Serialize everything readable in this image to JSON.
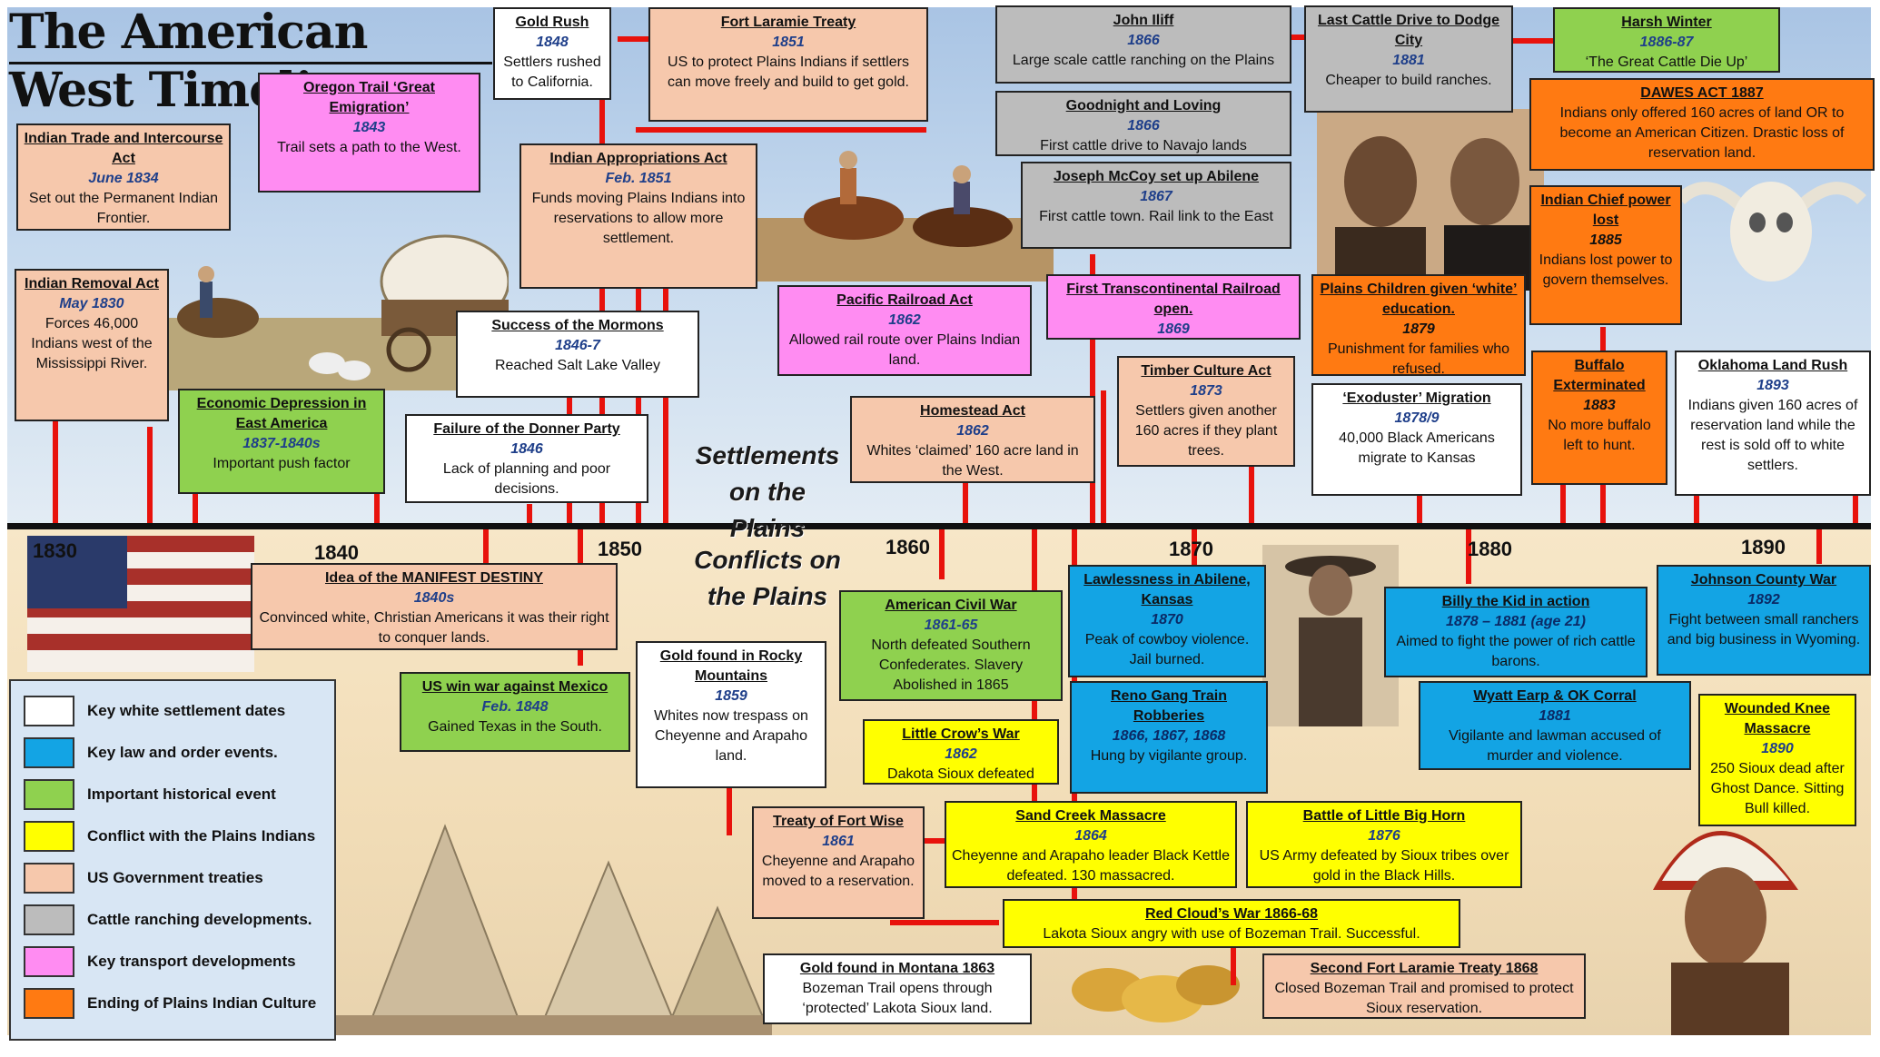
{
  "title": "The American West Timeline",
  "section_labels": {
    "settlements": "Settlements on the Plains",
    "conflicts": "Conflicts on the Plains"
  },
  "years": [
    "1830",
    "1840",
    "1850",
    "1860",
    "1870",
    "1880",
    "1890"
  ],
  "legend": [
    {
      "label": "Key white settlement dates",
      "color": "#ffffff"
    },
    {
      "label": "Key law and order events.",
      "color": "#13a4e4"
    },
    {
      "label": "Important historical event",
      "color": "#8fd14f"
    },
    {
      "label": "Conflict with the Plains Indians",
      "color": "#ffff00"
    },
    {
      "label": "US Government treaties",
      "color": "#f6c8ac"
    },
    {
      "label": "Cattle ranching developments.",
      "color": "#bcbcbc"
    },
    {
      "label": "Key transport developments",
      "color": "#ff8cf2"
    },
    {
      "label": "Ending of Plains Indian Culture",
      "color": "#ff7a12"
    }
  ],
  "events": {
    "indian_trade": {
      "title": "Indian Trade and Intercourse Act",
      "date": "June 1834",
      "text": "Set out the Permanent Indian Frontier."
    },
    "oregon_trail": {
      "title": "Oregon Trail ‘Great Emigration’",
      "date": "1843",
      "text": "Trail sets a path to the West."
    },
    "gold_rush": {
      "title": "Gold Rush",
      "date": "1848",
      "text": "Settlers rushed to California."
    },
    "fort_laramie": {
      "title": "Fort Laramie Treaty",
      "date": "1851",
      "text": "US to protect Plains Indians if settlers can move freely and build to get gold."
    },
    "john_iliff": {
      "title": "John Iliff",
      "date": "1866",
      "text": "Large scale cattle ranching on the Plains"
    },
    "last_cattle_drive": {
      "title": "Last Cattle Drive to Dodge City",
      "date": "1881",
      "text": "Cheaper to build ranches."
    },
    "harsh_winter": {
      "title": "Harsh Winter",
      "date": "1886-87",
      "text": "‘The Great Cattle Die Up’"
    },
    "dawes_act": {
      "title": "DAWES ACT 1887",
      "date": "",
      "text": "Indians only offered 160 acres of land OR to become an American Citizen. Drastic loss of reservation land."
    },
    "goodnight_loving": {
      "title": "Goodnight and Loving",
      "date": "1866",
      "text": "First cattle drive to Navajo lands"
    },
    "indian_appropriations": {
      "title": "Indian Appropriations Act",
      "date": "Feb. 1851",
      "text": "Funds moving Plains Indians into reservations to allow more settlement."
    },
    "mccoy_abilene": {
      "title": "Joseph McCoy set up Abilene",
      "date": "1867",
      "text": "First cattle town. Rail link to the East"
    },
    "indian_chief_power": {
      "title": "Indian Chief power lost",
      "date": "1885",
      "text": "Indians lost power to govern themselves."
    },
    "indian_removal": {
      "title": "Indian Removal Act",
      "date": "May 1830",
      "text": "Forces 46,000 Indians west of the Mississippi River."
    },
    "pacific_railroad": {
      "title": "Pacific Railroad Act",
      "date": "1862",
      "text": "Allowed rail route over Plains Indian land."
    },
    "first_transcontinental": {
      "title": "First Transcontinental Railroad open.",
      "date": "1869",
      "text": ""
    },
    "plains_children": {
      "title": "Plains Children given ‘white’ education.",
      "date": "1879",
      "text": "Punishment for families who refused."
    },
    "mormons": {
      "title": "Success of the Mormons",
      "date": "1846-7",
      "text": "Reached Salt Lake Valley"
    },
    "timber_culture": {
      "title": "Timber Culture Act",
      "date": "1873",
      "text": "Settlers given another 160 acres if they plant trees."
    },
    "buffalo": {
      "title": "Buffalo Exterminated",
      "date": "1883",
      "text": "No more buffalo left to hunt."
    },
    "oklahoma": {
      "title": "Oklahoma Land Rush",
      "date": "1893",
      "text": "Indians given 160 acres of reservation land while the rest is sold off to white settlers."
    },
    "economic_depression": {
      "title": "Economic Depression in East America",
      "date": "1837-1840s",
      "text": "Important push factor"
    },
    "homestead": {
      "title": "Homestead Act",
      "date": "1862",
      "text": "Whites ‘claimed’ 160 acre land in the West."
    },
    "donner": {
      "title": "Failure of the Donner Party",
      "date": "1846",
      "text": "Lack of planning and poor decisions."
    },
    "exoduster": {
      "title": "‘Exoduster’ Migration",
      "date": "1878/9",
      "text": "40,000 Black Americans migrate to Kansas"
    },
    "manifest_destiny": {
      "title": "Idea of the MANIFEST DESTINY",
      "date": "1840s",
      "text": "Convinced white, Christian Americans it was their right to conquer lands."
    },
    "lawlessness": {
      "title": "Lawlessness in Abilene, Kansas",
      "date": "1870",
      "text": "Peak of cowboy violence. Jail burned."
    },
    "billy_kid": {
      "title": "Billy the Kid in action",
      "date": "1878 – 1881 (age 21)",
      "text": "Aimed to fight the power of rich cattle barons."
    },
    "johnson_county": {
      "title": "Johnson County War",
      "date": "1892",
      "text": "Fight between small ranchers and big business in Wyoming."
    },
    "civil_war": {
      "title": "American Civil War",
      "date": "1861-65",
      "text": "North defeated Southern Confederates. Slavery Abolished in 1865"
    },
    "gold_rocky": {
      "title": "Gold found in Rocky Mountains",
      "date": "1859",
      "text": "Whites now trespass on Cheyenne and Arapaho land."
    },
    "mexico_war": {
      "title": "US win war against Mexico",
      "date": "Feb. 1848",
      "text": "Gained Texas in the South."
    },
    "reno_gang": {
      "title": "Reno Gang Train Robberies",
      "date": "1866, 1867, 1868",
      "text": "Hung by vigilante group."
    },
    "wyatt_earp": {
      "title": "Wyatt Earp & OK Corral",
      "date": "1881",
      "text": "Vigilante and lawman accused of murder and violence."
    },
    "little_crow": {
      "title": "Little Crow’s War",
      "date": "1862",
      "text": "Dakota Sioux defeated"
    },
    "wounded_knee": {
      "title": "Wounded Knee Massacre",
      "date": "1890",
      "text": "250 Sioux dead after Ghost Dance. Sitting Bull killed."
    },
    "fort_wise": {
      "title": "Treaty of Fort Wise",
      "date": "1861",
      "text": "Cheyenne and Arapaho moved to a reservation."
    },
    "sand_creek": {
      "title": "Sand Creek Massacre",
      "date": "1864",
      "text": "Cheyenne and Arapaho leader Black Kettle defeated. 130 massacred."
    },
    "little_big_horn": {
      "title": "Battle of Little Big Horn",
      "date": "1876",
      "text": "US Army defeated by Sioux tribes over gold in the Black Hills."
    },
    "red_cloud": {
      "title": "Red Cloud’s War 1866-68",
      "date": "",
      "text": "Lakota Sioux angry with use of Bozeman Trail. Successful."
    },
    "gold_montana": {
      "title": "Gold found in Montana 1863",
      "date": "",
      "text": "Bozeman Trail opens through ‘protected’ Lakota Sioux land."
    },
    "second_fort_laramie": {
      "title": "Second Fort Laramie Treaty 1868",
      "date": "",
      "text": "Closed Bozeman Trail and promised to protect Sioux reservation."
    }
  }
}
